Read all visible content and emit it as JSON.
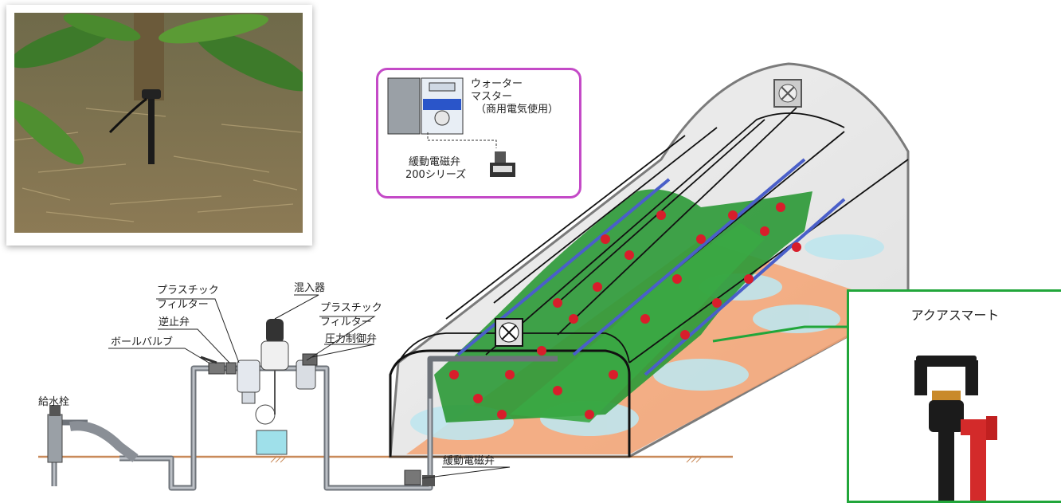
{
  "controller": {
    "name_line1": "ウォーター",
    "name_line2": "マスター",
    "name_line3": "（商用電気使用）",
    "valve_line1": "緩動電磁弁",
    "valve_line2": "200シリーズ"
  },
  "labels": {
    "plastic_filter_1_a": "プラスチック",
    "plastic_filter_1_b": "フィルター",
    "check_valve": "逆止弁",
    "ball_valve": "ボールバルブ",
    "mixer": "混入器",
    "plastic_filter_2_a": "プラスチック",
    "plastic_filter_2_b": "フィルター",
    "pressure_valve": "圧力制御弁",
    "hydrant": "給水栓",
    "solenoid_valve": "緩動電磁弁"
  },
  "inset": {
    "title": "アクアスマート"
  },
  "colors": {
    "controller_border": "#c44ac7",
    "inset_border": "#21a63a",
    "ground": "#c98a5a",
    "pipe": "#8a8f96",
    "tomato": "#d81e2b",
    "leaf": "#2f9a3a",
    "water_pool": "#bfe6ee"
  }
}
